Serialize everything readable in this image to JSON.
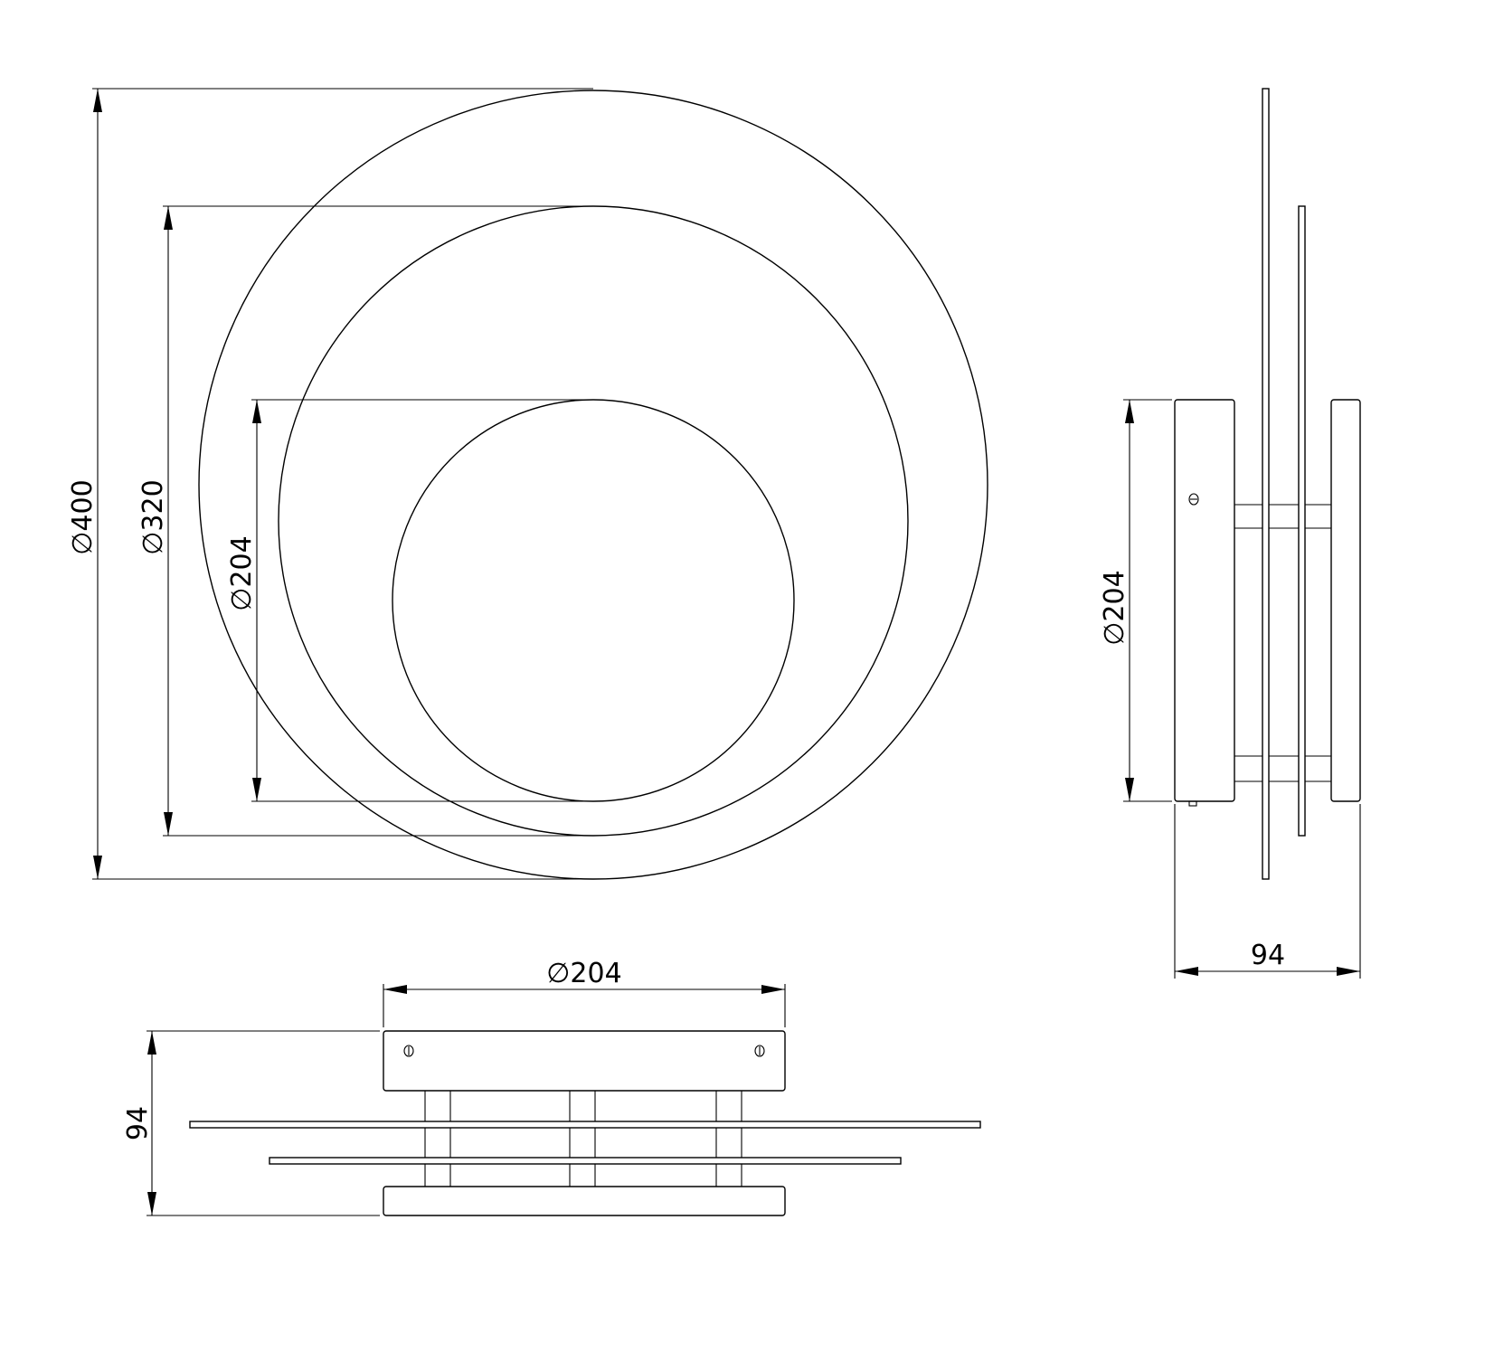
{
  "front_view": {
    "dims": {
      "outer": "∅400",
      "middle": "∅320",
      "inner": "∅204"
    }
  },
  "side_view": {
    "dims": {
      "height": "∅204",
      "depth": "94"
    }
  },
  "top_view": {
    "dims": {
      "width": "∅204",
      "height": "94"
    }
  }
}
